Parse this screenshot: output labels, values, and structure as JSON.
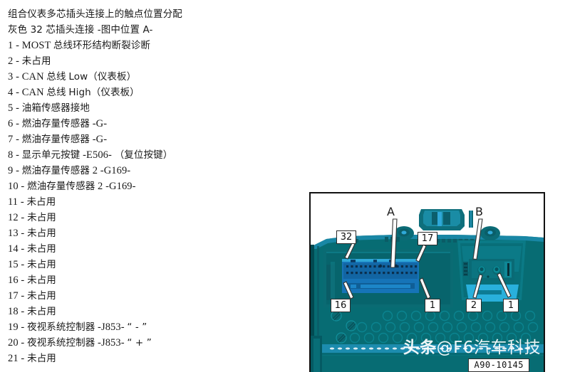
{
  "document": {
    "title_line_1": "组合仪表多芯插头连接上的触点位置分配",
    "title_line_2": "灰色 32 芯插头连接 -图中位置 A-"
  },
  "pin_list": [
    {
      "num": "1 -",
      "cjk_a": "",
      "lat": "MOST",
      "cjk_b": "总线环形结构断裂诊断",
      "tail": ""
    },
    {
      "num": "2 -",
      "cjk_a": "未占用",
      "lat": "",
      "cjk_b": "",
      "tail": ""
    },
    {
      "num": "3 -",
      "cjk_a": "",
      "lat": "CAN",
      "cjk_b": "总线",
      "tail": "Low（仪表板）"
    },
    {
      "num": "4 -",
      "cjk_a": "",
      "lat": "CAN",
      "cjk_b": "总线",
      "tail": "High（仪表板）"
    },
    {
      "num": "5 -",
      "cjk_a": "油箱传感器接地",
      "lat": "",
      "cjk_b": "",
      "tail": ""
    },
    {
      "num": "6 -",
      "cjk_a": "燃油存量传感器",
      "lat": "-G-",
      "cjk_b": "",
      "tail": ""
    },
    {
      "num": "7 -",
      "cjk_a": "燃油存量传感器",
      "lat": "-G-",
      "cjk_b": "",
      "tail": ""
    },
    {
      "num": "8 -",
      "cjk_a": "显示单元按键",
      "lat": "-E506-",
      "cjk_b": "（复位按键）",
      "tail": ""
    },
    {
      "num": "9 -",
      "cjk_a": "燃油存量传感器",
      "lat": "2 -G169-",
      "cjk_b": "",
      "tail": ""
    },
    {
      "num": "10 -",
      "cjk_a": "燃油存量传感器",
      "lat": "2 -G169-",
      "cjk_b": "",
      "tail": ""
    },
    {
      "num": "11 -",
      "cjk_a": "未占用",
      "lat": "",
      "cjk_b": "",
      "tail": ""
    },
    {
      "num": "12 -",
      "cjk_a": "未占用",
      "lat": "",
      "cjk_b": "",
      "tail": ""
    },
    {
      "num": "13 -",
      "cjk_a": "未占用",
      "lat": "",
      "cjk_b": "",
      "tail": ""
    },
    {
      "num": "14 -",
      "cjk_a": "未占用",
      "lat": "",
      "cjk_b": "",
      "tail": ""
    },
    {
      "num": "15 -",
      "cjk_a": "未占用",
      "lat": "",
      "cjk_b": "",
      "tail": ""
    },
    {
      "num": "16 -",
      "cjk_a": "未占用",
      "lat": "",
      "cjk_b": "",
      "tail": ""
    },
    {
      "num": "17 -",
      "cjk_a": "未占用",
      "lat": "",
      "cjk_b": "",
      "tail": ""
    },
    {
      "num": "18 -",
      "cjk_a": "未占用",
      "lat": "",
      "cjk_b": "",
      "tail": ""
    },
    {
      "num": "19 -",
      "cjk_a": "夜视系统控制器",
      "lat": "-J853-",
      "cjk_b": "“ - ”",
      "tail": ""
    },
    {
      "num": "20 -",
      "cjk_a": "夜视系统控制器",
      "lat": "-J853-",
      "cjk_b": "“ + ”",
      "tail": ""
    },
    {
      "num": "21 -",
      "cjk_a": "未占用",
      "lat": "",
      "cjk_b": "",
      "tail": ""
    }
  ],
  "diagram": {
    "letter_a": "A",
    "letter_b": "B",
    "callouts": {
      "c32": "32",
      "c17": "17",
      "c16": "16",
      "c1_left": "1",
      "c2_right": "2",
      "c1_right": "1"
    },
    "code": "A90-10145",
    "watermark_bold": "头条",
    "watermark_rest": "@F6汽车科技",
    "colors": {
      "body_teal": "#076C73",
      "dark_teal": "#024A52",
      "connector_blue": "#1674B8",
      "light_blue": "#2FA8D8",
      "frame_black": "#111111"
    }
  }
}
